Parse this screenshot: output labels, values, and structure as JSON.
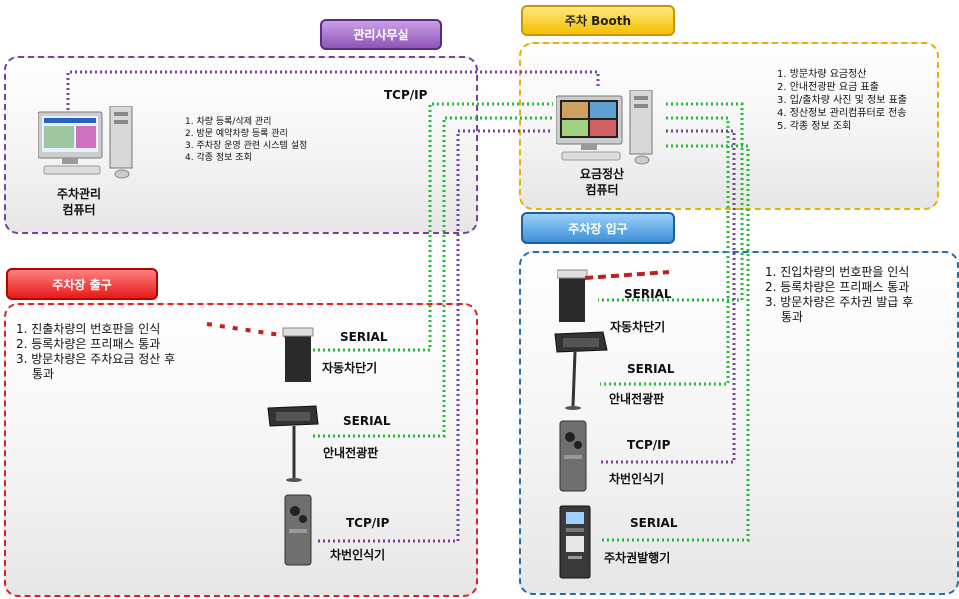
{
  "office": {
    "title": "관리사무실",
    "protocol": "TCP/IP",
    "items": [
      "1. 차량 등록/삭제 관리",
      "2. 방문 예약차량 등록 관리",
      "3. 주차장 운영 관련 시스템 설정",
      "4. 각종 정보 조회"
    ],
    "computer_label_1": "주차관리",
    "computer_label_2": "컴퓨터",
    "border_color": "#7b3fa0",
    "tag_color": "#a675c9"
  },
  "booth": {
    "title": "주차 Booth",
    "items": [
      "1. 방문차량 요금정산",
      "2. 안내전광판 요금 표출",
      "3. 입/출차량 사진 및 정보 표출",
      "4. 정산정보 관리컴퓨터로 전송",
      "5. 각종 정보 조회"
    ],
    "computer_label_1": "요금정산",
    "computer_label_2": "컴퓨터",
    "border_color": "#e8b000",
    "tag_color": "#fcd43a"
  },
  "exit": {
    "title": "주차장 출구",
    "items": [
      "1. 진출차량의 번호판을 인식",
      "2. 등록차량은 프리패스 통과",
      "3. 방문차량은 주차요금 정산 후",
      "통과"
    ],
    "devices": [
      {
        "name": "자동차단기",
        "protocol": "SERIAL"
      },
      {
        "name": "안내전광판",
        "protocol": "SERIAL"
      },
      {
        "name": "차번인식기",
        "protocol": "TCP/IP"
      }
    ],
    "border_color": "#e02020",
    "tag_color": "#ff4545"
  },
  "entrance": {
    "title": "주차장 입구",
    "items": [
      "1. 진입차량의 번호판을 인식",
      "2. 등록차량은 프리패스 통과",
      "3. 방문차량은 주차권 발급 후",
      "통과"
    ],
    "devices": [
      {
        "name": "자동차단기",
        "protocol": "SERIAL"
      },
      {
        "name": "안내전광판",
        "protocol": "SERIAL"
      },
      {
        "name": "차번인식기",
        "protocol": "TCP/IP"
      },
      {
        "name": "주차권발행기",
        "protocol": "SERIAL"
      }
    ],
    "border_color": "#1f6fb0",
    "tag_color": "#4d9fe0"
  },
  "colors": {
    "serial_line": "#22bb33",
    "tcp_line": "#7b3fa0"
  }
}
